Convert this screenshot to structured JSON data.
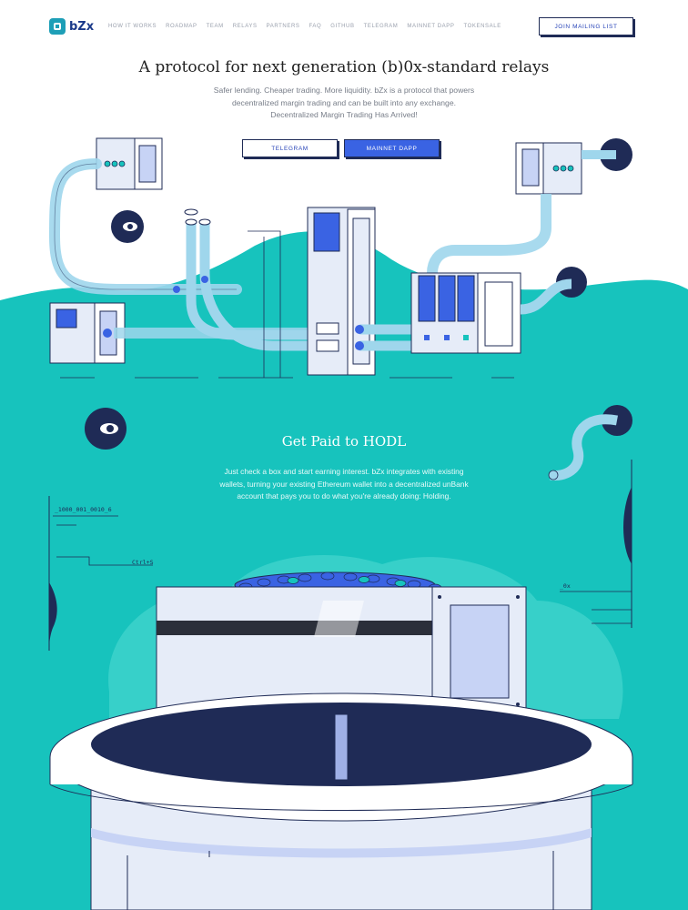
{
  "brand": {
    "name": "bZx"
  },
  "nav": {
    "items": [
      "HOW IT WORKS",
      "ROADMAP",
      "TEAM",
      "RELAYS",
      "PARTNERS",
      "FAQ",
      "GITHUB",
      "TELEGRAM",
      "MAINNET DAPP",
      "TOKENSALE"
    ],
    "cta": "JOIN MAILING LIST"
  },
  "hero": {
    "title": "A protocol for next generation (b)0x-standard relays",
    "subtitle_lines": [
      "Safer lending. Cheaper trading. More liquidity. bZx is a protocol that powers",
      "decentralized margin trading and can be built into any exchange.",
      "Decentralized Margin Trading Has Arrived!"
    ],
    "buttons": {
      "telegram": "TELEGRAM",
      "dapp": "MAINNET DAPP"
    }
  },
  "hodl": {
    "title": "Get Paid to HODL",
    "text": "Just check a box and start earning interest. bZx integrates with existing wallets, turning your existing Ethereum wallet into a decentralized unBank account that pays you to do what you're already doing: Holding."
  },
  "code_labels": {
    "binary": "_1000_001_0010_6",
    "shortcut": "Ctrl+S",
    "hex": "_0x"
  },
  "colors": {
    "teal": "#17c3bd",
    "navy": "#1f2b56",
    "blue": "#3a63e3",
    "lavender": "#c7d3f5"
  }
}
